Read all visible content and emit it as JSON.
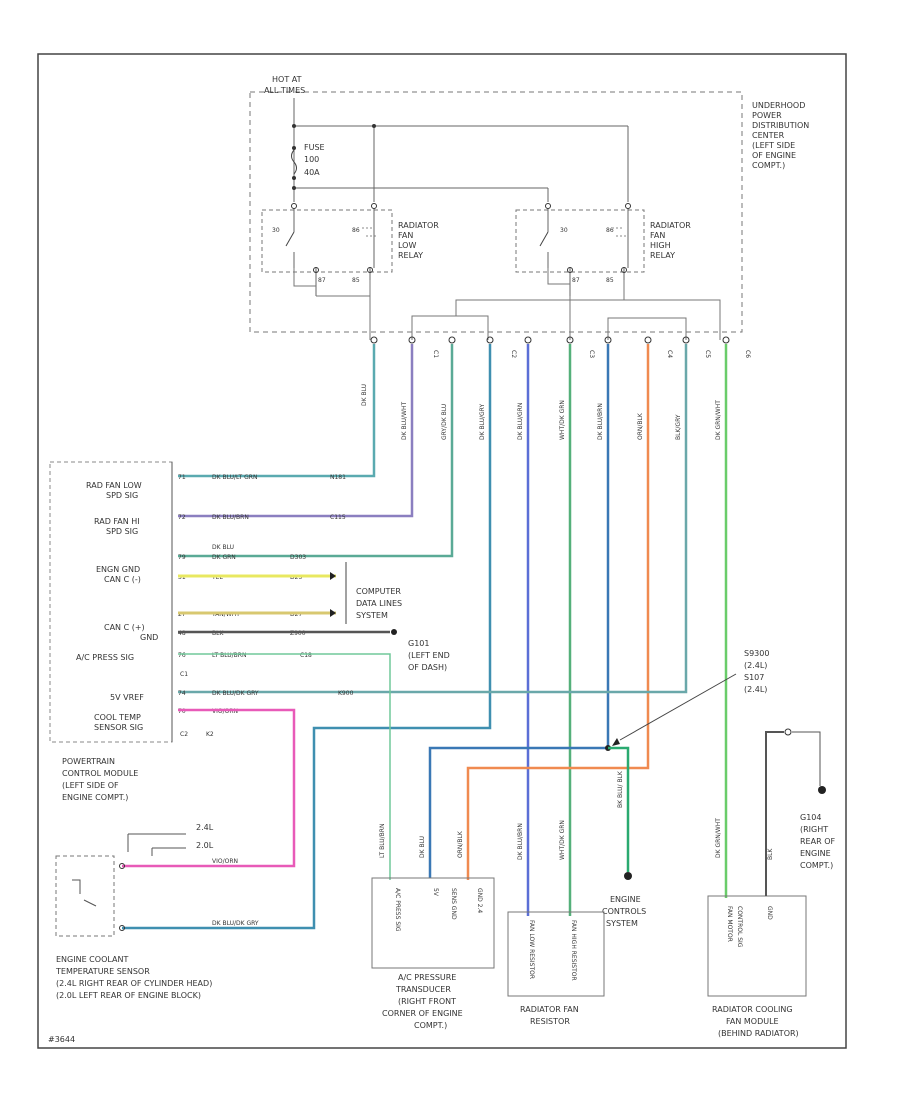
{
  "diagram": {
    "footer_id": "#3644",
    "pdc": {
      "hot_at": "HOT AT",
      "hot_all": "ALL TIMES",
      "fuse_1": "FUSE",
      "fuse_2": "100",
      "fuse_3": "40A",
      "name_lines": [
        "UNDERHOOD",
        "POWER",
        "DISTRIBUTION",
        "CENTER",
        "(LEFT SIDE",
        "OF ENGINE",
        "COMPT.)"
      ]
    },
    "relay_low": {
      "lines": [
        "RADIATOR",
        "FAN",
        "LOW",
        "RELAY"
      ],
      "t85": "85",
      "t86": "86",
      "t87": "87",
      "t30": "30"
    },
    "relay_high": {
      "lines": [
        "RADIATOR",
        "FAN",
        "HIGH",
        "RELAY"
      ],
      "t85": "85",
      "t86": "86",
      "t87": "87",
      "t30": "30"
    },
    "connectors": [
      "C1",
      "C2",
      "C3",
      "C4",
      "C5",
      "C6"
    ],
    "vertical_wires": [
      "DK BLU",
      "DK BLU/WHT",
      "GRY/DK BLU",
      "DK BLU/GRY",
      "DK BLU/GRN",
      "WHT/DK GRN",
      "DK BLU/BRN",
      "ORN/BLK",
      "BLK/GRY",
      "DK GRN/WHT"
    ],
    "pcm": {
      "pins": [
        {
          "label_1": "RAD FAN LOW",
          "label_2": "SPD SIG",
          "pin": "71",
          "wire": "DK BLU/LT GRN",
          "code": "N181"
        },
        {
          "label_1": "RAD FAN HI",
          "label_2": "SPD SIG",
          "pin": "72",
          "wire": "DK BLU/BRN",
          "code": "C115"
        },
        {
          "label_1": "",
          "label_2": "",
          "pin": "79",
          "wire": "DK GRN",
          "code": "D303"
        },
        {
          "label_1": "ENGN GND",
          "label_2": "CAN C (-)",
          "pin": "31",
          "wire": "YEL",
          "code": "D25"
        },
        {
          "label_1": "",
          "label_2": "",
          "pin": "27",
          "wire": "TAN/WHT",
          "code": "D27"
        },
        {
          "label_1": "CAN C (+)",
          "label_2": "GND",
          "pin": "48",
          "wire": "BLK",
          "code": "Z900"
        },
        {
          "label_1": "A/C PRESS SIG",
          "label_2": "",
          "pin": "76",
          "wire": "LT BLU/BRN",
          "code": "C18"
        },
        {
          "label_1": "5V VREF",
          "label_2": "",
          "pin": "74",
          "wire": "DK BLU/DK GRY",
          "code": "K900"
        },
        {
          "label_1": "COOL TEMP",
          "label_2": "SENSOR SIG",
          "pin": "70",
          "wire": "VIO/ORN",
          "code": ""
        }
      ],
      "dk_blu": "DK BLU",
      "c1": "C1",
      "c2": "C2",
      "k2": "K2",
      "name_lines": [
        "POWERTRAIN",
        "CONTROL MODULE",
        "(LEFT SIDE OF",
        "ENGINE COMPT.)"
      ]
    },
    "data_lines": [
      "COMPUTER",
      "DATA LINES",
      "SYSTEM"
    ],
    "g101": [
      "G101",
      "(LEFT END",
      "OF DASH)"
    ],
    "splice": [
      "S9300",
      "(2.4L)",
      "S107",
      "(2.4L)"
    ],
    "ect": {
      "l24": "2.4L",
      "l20": "2.0L",
      "wire_top": "VIO/ORN",
      "wire_bot": "DK BLU/DK GRY",
      "name_lines": [
        "ENGINE COOLANT",
        "TEMPERATURE SENSOR",
        "(2.4L RIGHT REAR OF CYLINDER HEAD)",
        "(2.0L LEFT REAR OF ENGINE BLOCK)"
      ]
    },
    "ac_trans": {
      "pins": [
        "A/C PRESS SIG",
        "5V",
        "SENS GND",
        "GND 2.4"
      ],
      "wires": [
        "LT BLU/BRN",
        "DK BLU",
        "ORN/BLK"
      ],
      "name_lines": [
        "A/C PRESSURE",
        "TRANSDUCER",
        "(RIGHT FRONT",
        "CORNER OF ENGINE",
        "COMPT.)"
      ]
    },
    "resistor": {
      "pins": [
        "FAN LOW RESISTOR",
        "FAN HIGH RESISTOR"
      ],
      "wires": [
        "DK BLU/BRN",
        "WHT/DK GRN"
      ],
      "name_lines": [
        "RADIATOR FAN",
        "RESISTOR"
      ]
    },
    "ecs": [
      "ENGINE",
      "CONTROLS",
      "SYSTEM"
    ],
    "ecs_wire": "BK BLU/ BLK",
    "fan_module": {
      "pins": [
        "FAN MOTOR",
        "CONTROL SIG",
        "GND"
      ],
      "wire": "DK GRN/WHT",
      "gnd_wire": "BLK",
      "name_lines": [
        "RADIATOR COOLING",
        "FAN MODULE",
        "(BEHIND RADIATOR)"
      ]
    },
    "g104": [
      "G104",
      "(RIGHT",
      "REAR OF",
      "ENGINE",
      "COMPT.)"
    ]
  }
}
